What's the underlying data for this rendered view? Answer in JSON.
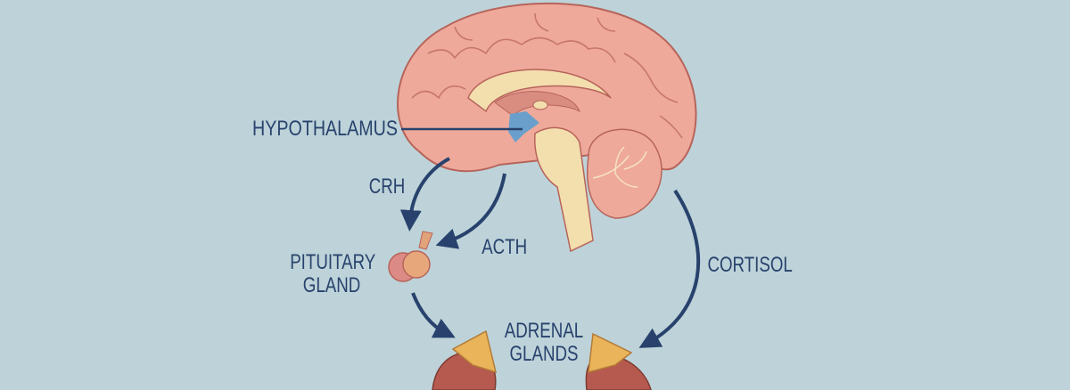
{
  "labels": {
    "hypothalamus": "HYPOTHALAMUS",
    "crh": "CRH",
    "acth": "ACTH",
    "pituitary_line1": "PITUITARY",
    "pituitary_line2": "GLAND",
    "adrenal_line1": "ADRENAL",
    "adrenal_line2": "GLANDS",
    "cortisol": "CORTISOL"
  },
  "colors": {
    "background": "#bdd3d9",
    "text_and_arrows": "#28426d",
    "brain": "#eea99b",
    "brain_outline": "#b7645a",
    "hypothalamus": "#6a9fcb",
    "brainstem": "#f3deae",
    "adrenal_cap": "#e9b45a",
    "kidney": "#b65a4f"
  }
}
